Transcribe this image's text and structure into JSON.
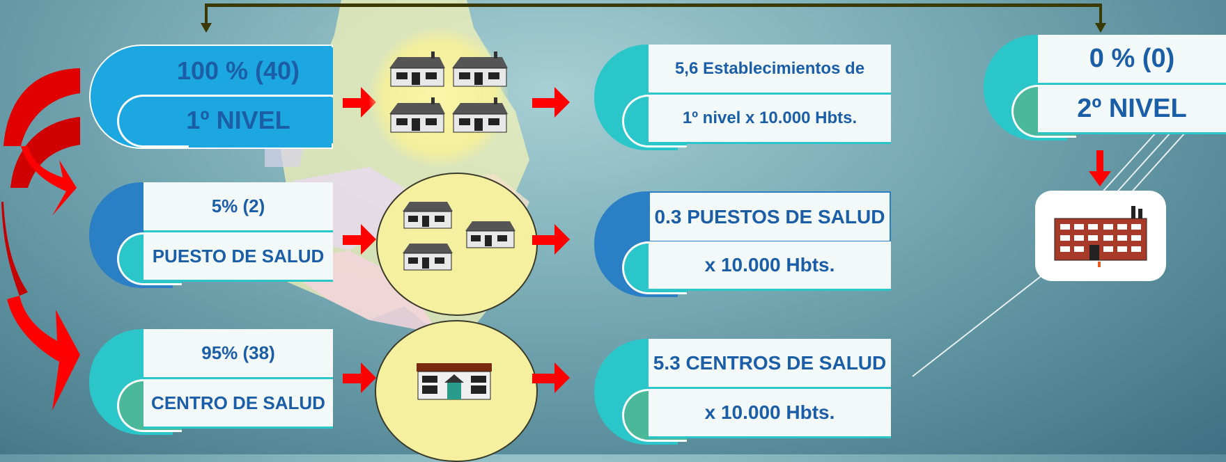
{
  "first_level": {
    "percent": "100 % (40)",
    "label": "1º NIVEL"
  },
  "second_level": {
    "percent": "0 % (0)",
    "label": "2º NIVEL"
  },
  "rows": [
    {
      "percent": "5% (2)",
      "label": "PUESTO DE SALUD",
      "rate_line1": "0.3 PUESTOS DE SALUD",
      "rate_line2": "x 10.000 Hbts."
    },
    {
      "percent": "95% (38)",
      "label": "CENTRO DE SALUD",
      "rate_line1": "5.3 CENTROS DE SALUD",
      "rate_line2": "x 10.000 Hbts."
    }
  ],
  "first_level_rate": {
    "line1": "5,6 Establecimientos de",
    "line2": "1º nivel x 10.000 Hbts."
  },
  "colors": {
    "title_blue": "#1b5ea8",
    "teal": "#2bc6c9",
    "arrow_red": "#ff0000",
    "connector": "#3a3a00"
  },
  "icons": [
    "house-icon",
    "health-center-icon",
    "hospital-icon",
    "curved-arrow-icon"
  ]
}
